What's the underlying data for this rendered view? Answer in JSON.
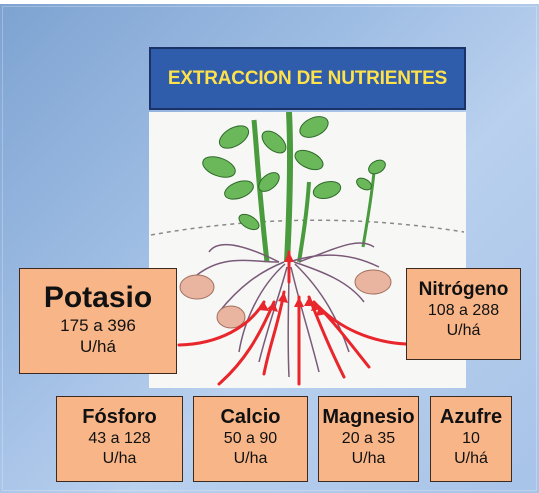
{
  "title": "EXTRACCION DE NUTRIENTES",
  "nutrients": {
    "potasio": {
      "name": "Potasio",
      "range": "175 a 396",
      "unit": "U/há"
    },
    "nitrogeno": {
      "name": "Nitrógeno",
      "range": "108 a 288",
      "unit": "U/há"
    },
    "fosforo": {
      "name": "Fósforo",
      "range": "43 a 128",
      "unit": "U/ha"
    },
    "calcio": {
      "name": "Calcio",
      "range": "50 a 90",
      "unit": "U/ha"
    },
    "magnesio": {
      "name": "Magnesio",
      "range": "20 a 35",
      "unit": "U/ha"
    },
    "azufre": {
      "name": "Azufre",
      "range": "10",
      "unit": "U/há"
    }
  },
  "colors": {
    "background": "#9dbce3",
    "title_fill": "#2f5cab",
    "title_text": "#ffe14a",
    "box_fill": "#f8b688",
    "arrow": "#e8262c",
    "leaf": "#5aa84a"
  },
  "illustration": "potato-plant-roots-icon"
}
